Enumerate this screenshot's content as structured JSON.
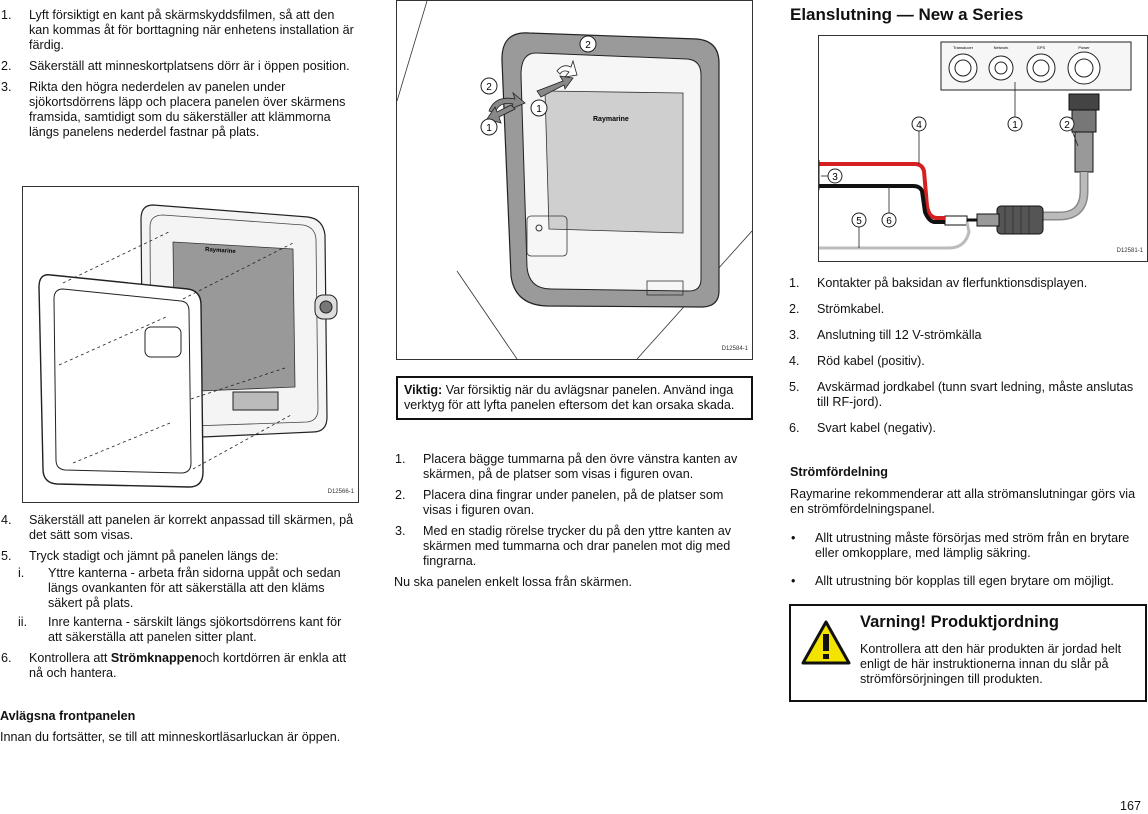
{
  "col1": {
    "steps_top": [
      {
        "num": "1.",
        "text": "Lyft försiktigt en kant på skärmskyddsfilmen, så att den kan kommas åt för borttagning när enhetens installation är färdig."
      },
      {
        "num": "2.",
        "text": "Säkerställ att minneskortplatsens dörr är i öppen position."
      },
      {
        "num": "3.",
        "text": "Rikta den högra nederdelen av panelen under sjökortsdörrens läpp och placera panelen över skärmens framsida, samtidigt som du säkerställer att klämmorna längs panelens nederdel fastnar på plats."
      }
    ],
    "figure_id": "D12566-1",
    "steps_bottom": [
      {
        "num": "4.",
        "text": "Säkerställ att panelen är korrekt anpassad till skärmen, på det sätt som visas."
      },
      {
        "num": "5.",
        "text": "Tryck stadigt och jämnt på panelen längs de:"
      }
    ],
    "substeps": [
      {
        "num": "i.",
        "text": "Yttre kanterna - arbeta från sidorna uppåt och sedan längs ovankanten för att säkerställa att den kläms säkert på plats."
      },
      {
        "num": "ii.",
        "text": "Inre kanterna - särskilt längs sjökortsdörrens kant för att säkerställa att panelen sitter plant."
      }
    ],
    "step6": {
      "num": "6.",
      "pre": "Kontrollera att ",
      "bold": "Strömknappen",
      "post": "och kortdörren är enkla att nå och hantera."
    },
    "heading": "Avlägsna frontpanelen",
    "para": "Innan du fortsätter, se till att minneskortläsarluckan är öppen."
  },
  "col2": {
    "figure_id": "D12584-1",
    "callouts": [
      "1",
      "1",
      "2",
      "2"
    ],
    "brand": "Raymarine",
    "note_label": "Viktig:",
    "note_text": "Var försiktig när du avlägsnar panelen. Använd inga verktyg för att lyfta panelen eftersom det kan orsaka skada.",
    "steps": [
      {
        "num": "1.",
        "text": "Placera bägge tummarna på den övre vänstra kanten av skärmen, på de platser som visas i figuren ovan."
      },
      {
        "num": "2.",
        "text": "Placera dina fingrar under panelen, på de platser som visas i figuren ovan."
      },
      {
        "num": "3.",
        "text": "Med en stadig rörelse trycker du på den yttre kanten av skärmen med tummarna och drar panelen mot dig med fingrarna."
      }
    ],
    "para": "Nu ska panelen enkelt lossa från skärmen."
  },
  "col3": {
    "heading": "Elanslutning — New a Series",
    "figure_id": "D12581-1",
    "connector_labels": [
      "Transducer",
      "Network",
      "GPS",
      "Power"
    ],
    "callouts": [
      "1",
      "2",
      "3",
      "4",
      "5",
      "6"
    ],
    "items": [
      {
        "num": "1.",
        "text": "Kontakter på baksidan av flerfunktionsdisplayen."
      },
      {
        "num": "2.",
        "text": "Strömkabel."
      },
      {
        "num": "3.",
        "text": "Anslutning till 12 V-strömkälla"
      },
      {
        "num": "4.",
        "text": "Röd kabel (positiv)."
      },
      {
        "num": "5.",
        "text": "Avskärmad jordkabel (tunn svart ledning, måste anslutas till RF-jord)."
      },
      {
        "num": "6.",
        "text": "Svart kabel (negativ)."
      }
    ],
    "subheading": "Strömfördelning",
    "para": "Raymarine rekommenderar att alla strömanslutningar görs via en strömfördelningspanel.",
    "bullets": [
      "Allt utrustning måste försörjas med ström från en brytare eller omkopplare, med lämplig säkring.",
      "Allt utrustning bör kopplas till egen brytare om möjligt."
    ],
    "warning_title": "Varning! Produktjordning",
    "warning_text": "Kontrollera att den här produkten är jordad helt enligt de här instruktionerna innan du slår på strömförsörjningen till produkten."
  },
  "page_number": "167",
  "colors": {
    "red_wire": "#d42020",
    "black_wire": "#111111",
    "shield_wire": "#bbbbbb",
    "warning_yellow": "#f2e400",
    "bezel_gray": "#9a9a9a"
  },
  "icons": [
    "warning-triangle-icon"
  ]
}
